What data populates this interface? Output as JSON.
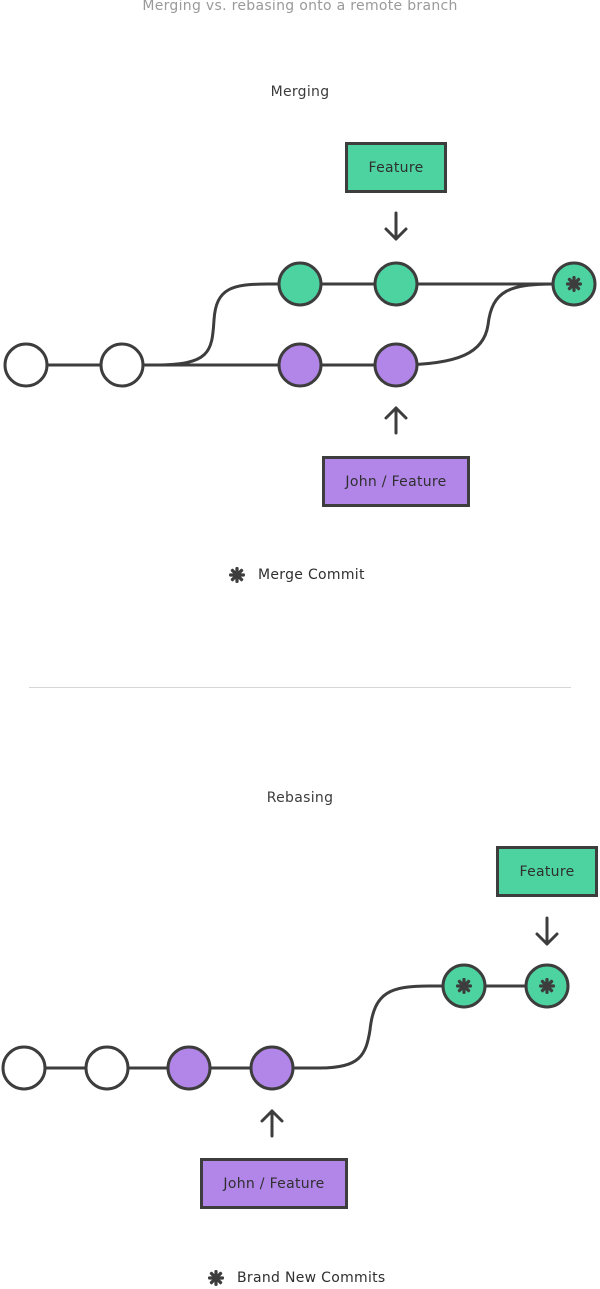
{
  "page": {
    "title": "Merging vs. rebasing onto a remote branch"
  },
  "merging": {
    "title": "Merging",
    "feature_label": "Feature",
    "john_label": "John / Feature",
    "legend_label": "Merge Commit"
  },
  "rebasing": {
    "title": "Rebasing",
    "feature_label": "Feature",
    "john_label": "John / Feature",
    "legend_label": "Brand New Commits"
  },
  "colors": {
    "stroke": "#3d3d3d",
    "feature": "#4cd3a0",
    "john": "#b286e8",
    "empty": "#ffffff",
    "title_gray": "#9a9a9a",
    "divider": "#d6d6d6"
  }
}
